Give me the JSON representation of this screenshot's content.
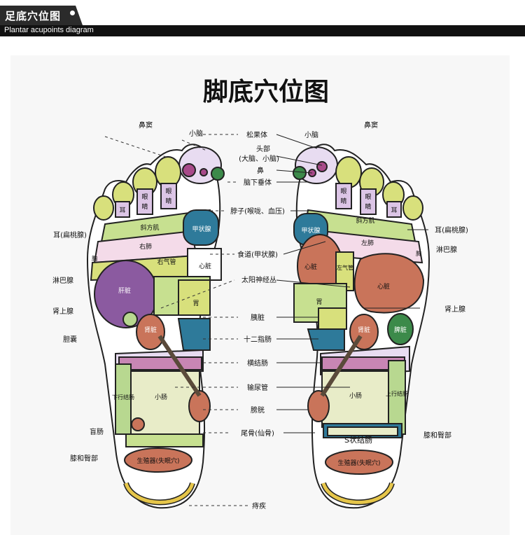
{
  "header": {
    "title": "足底穴位图",
    "subtitle": "Plantar acupoints diagram"
  },
  "diagram": {
    "title": "脚底穴位图",
    "center_labels": [
      "松果体",
      "头部",
      "(大脑、小脑)",
      "鼻",
      "脑下垂体",
      "脖子(喉咙、血压)",
      "食道(甲状腺)",
      "太阳神经丛",
      "胰脏",
      "十二指肠",
      "横结肠",
      "输尿管",
      "膀胱",
      "尾骨(仙骨)",
      "痔疾"
    ],
    "left_labels": [
      "鼻窦",
      "小脑",
      "耳(扁桃腺)",
      "淋巴腺",
      "肾上腺",
      "胆囊",
      "盲肠",
      "膝和臀部"
    ],
    "right_labels": [
      "小脑",
      "鼻窦",
      "耳(扁桃腺)",
      "淋巴腺",
      "肾上腺",
      "膝和臀部"
    ],
    "left_foot_zones": [
      "眼",
      "睛",
      "眼",
      "睛",
      "耳",
      "斜方肌",
      "甲状腺",
      "右肺",
      "右气管",
      "心脏",
      "肝脏",
      "胃",
      "肾脏",
      "下行结肠",
      "小肠",
      "生殖器(失眠穴)",
      "胸"
    ],
    "right_foot_zones": [
      "眼",
      "睛",
      "眼",
      "睛",
      "耳",
      "斜方肌",
      "甲状腺",
      "左肺",
      "心脏",
      "左气管",
      "心脏",
      "胃",
      "肾脏",
      "脾脏",
      "上行结肠",
      "小肠",
      "S状结肠",
      "生殖器(失眠穴)",
      "胸"
    ]
  }
}
